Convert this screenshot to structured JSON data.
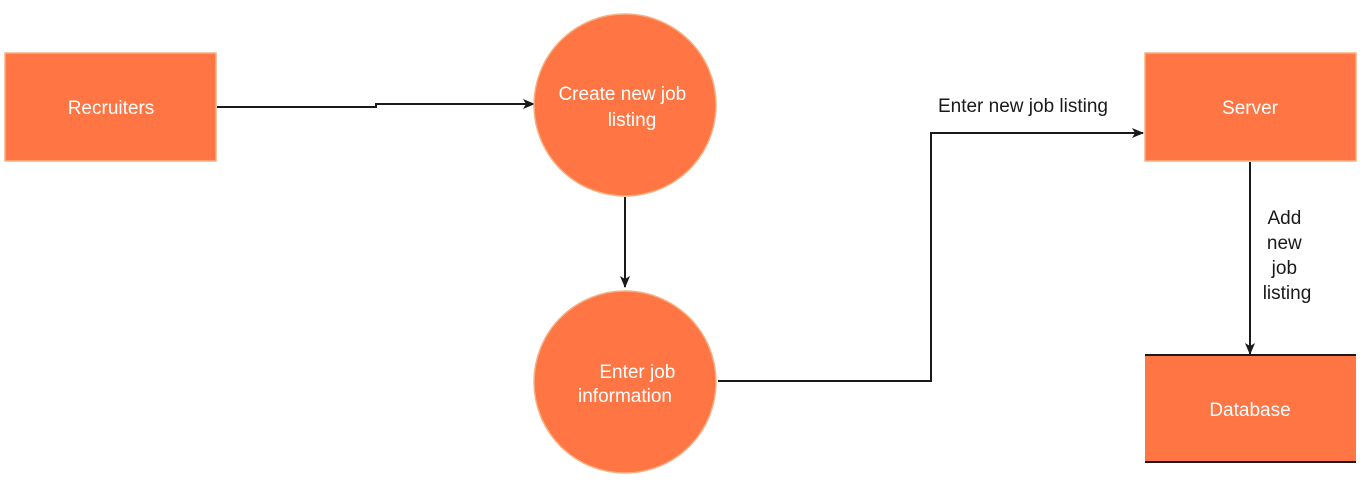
{
  "diagram": {
    "nodes": {
      "recruiters": {
        "label": "Recruiters"
      },
      "create_listing": {
        "label_lines": [
          "Create new job",
          "listing"
        ]
      },
      "enter_info": {
        "label_lines": [
          "Enter job",
          "information"
        ]
      },
      "server": {
        "label": "Server"
      },
      "database": {
        "label": "Database"
      }
    },
    "edges": {
      "enter_new_listing": {
        "label": "Enter new job listing"
      },
      "add_new_listing": {
        "label_lines": [
          "Add",
          "new",
          "job",
          "listing"
        ]
      }
    },
    "colors": {
      "node_fill": "#FF7543",
      "node_stroke": "#F4B183",
      "edge": "#1a1a1a",
      "node_text": "#ffffff"
    }
  }
}
